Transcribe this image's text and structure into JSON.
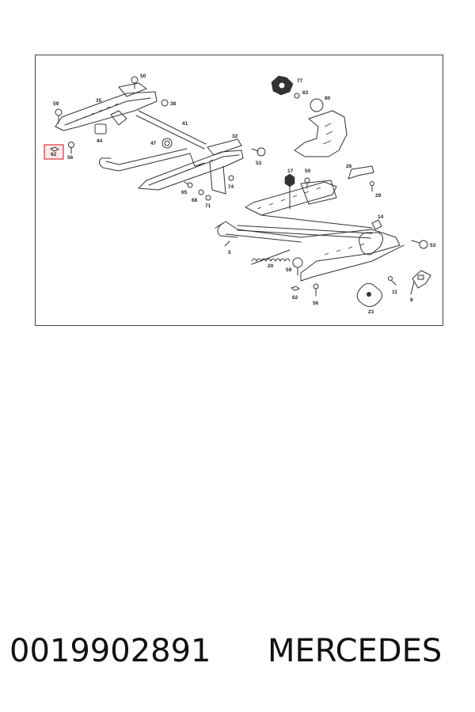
{
  "diagram": {
    "callouts": {
      "c50a": "50",
      "c35": "35",
      "c38": "38",
      "c59a": "59",
      "c44": "44",
      "c41": "41",
      "c62a": "62",
      "c56a": "56",
      "c47": "47",
      "c32": "32",
      "c53a": "53",
      "c65": "65",
      "c68": "68",
      "c71": "71",
      "c74": "74",
      "c77": "77",
      "c83": "83",
      "c80": "80",
      "c26": "26",
      "c29": "29",
      "c17": "17",
      "c50b": "50",
      "c14": "14",
      "c53b": "53",
      "c5": "5",
      "c20": "20",
      "c59b": "59",
      "c62b": "62",
      "c56b": "56",
      "c23": "23",
      "c11": "11",
      "c8": "8"
    },
    "highlight_color": "#e0303a"
  },
  "caption": {
    "part_number": "0019902891",
    "brand": "MERCEDES"
  }
}
